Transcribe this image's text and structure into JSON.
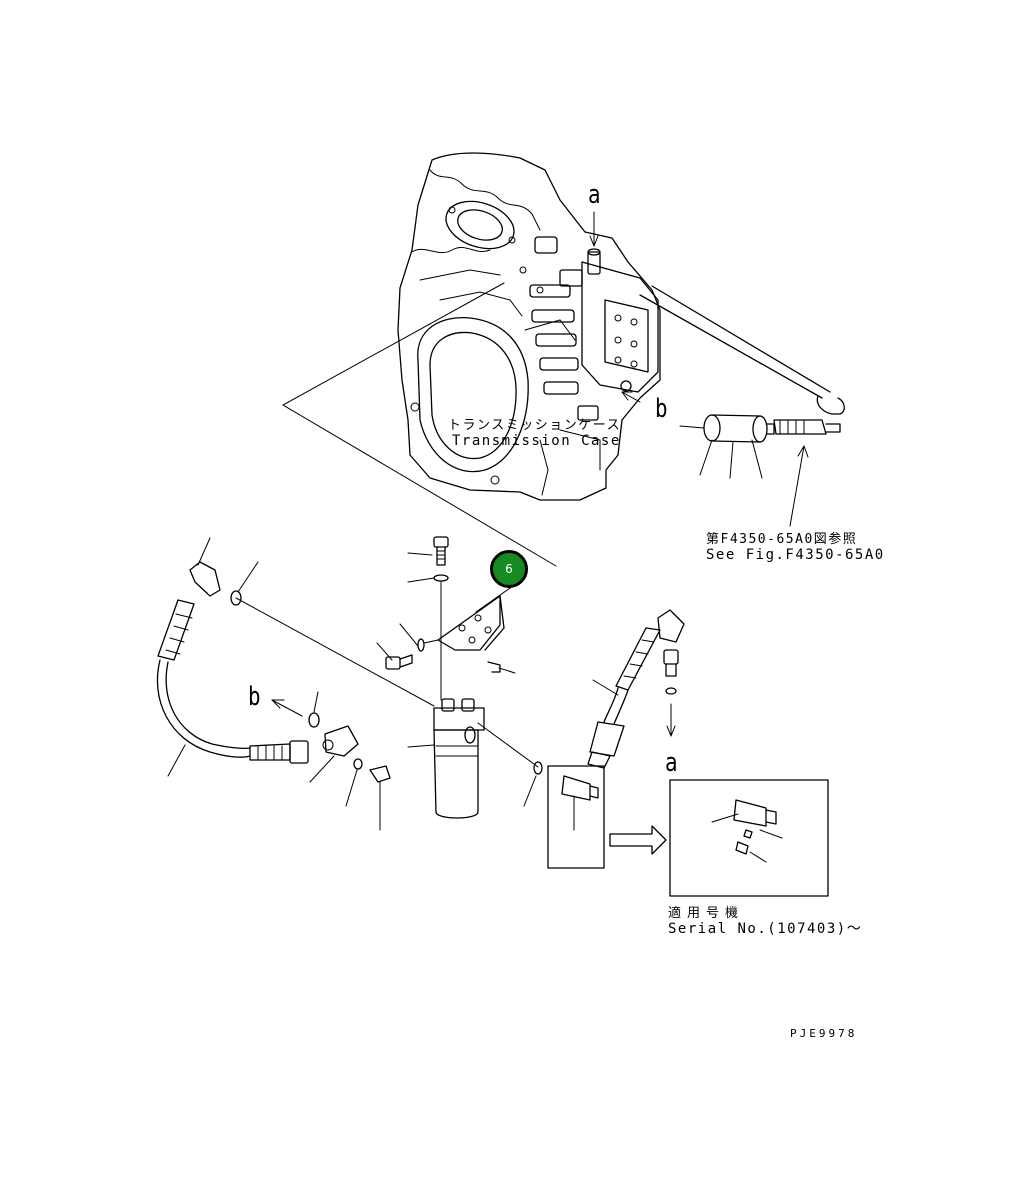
{
  "labels": {
    "transmission_case_jp": "トランスミッションケース",
    "transmission_case_en": "Transmission Case",
    "see_fig_jp": "第F4350-65A0図参照",
    "see_fig_en": "See Fig.F4350-65A0",
    "serial_jp": "適用号機",
    "serial_en": "Serial No.(107403)～",
    "drawing_code": "PJE9978"
  },
  "reference_letters": {
    "a_top": "a",
    "b_right": "b",
    "b_left": "b",
    "a_bottom": "a"
  },
  "callouts": [
    {
      "number": "6",
      "color": "#178a22"
    }
  ]
}
